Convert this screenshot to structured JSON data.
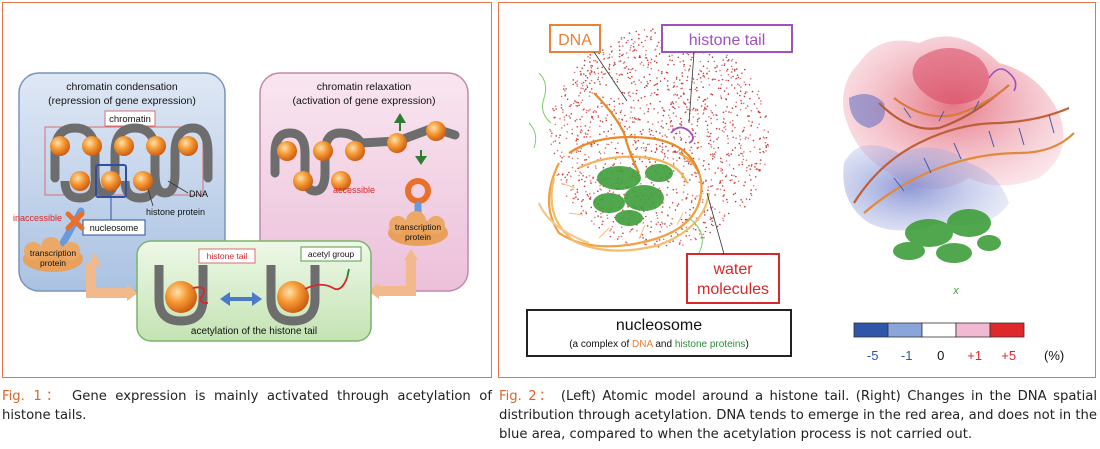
{
  "fig1": {
    "condensation_title": "chromatin condensation",
    "condensation_subtitle": "(repression of gene expression)",
    "relaxation_title": "chromatin relaxation",
    "relaxation_subtitle": "(activation of gene expression)",
    "chromatin_label": "chromatin",
    "dna_label": "DNA",
    "histone_protein_label": "histone protein",
    "nucleosome_label": "nucleosome",
    "inaccessible_label": "inaccessible",
    "accessible_label": "accessible",
    "tp_left_1": "transcription",
    "tp_left_2": "protein",
    "tp_right_1": "transcription",
    "tp_right_2": "protein",
    "histone_tail_label": "histone tail",
    "acetyl_group_label": "acetyl group",
    "acetylation_label": "acetylation of the histone tail",
    "caption_prefix": "Fig. 1：",
    "caption_text": "Gene expression is mainly activated through acetylation of histone tails."
  },
  "fig2": {
    "dna_label": "DNA",
    "histone_tail_label": "histone tail",
    "water_label_1": "water",
    "water_label_2": "molecules",
    "nucleosome_title": "nucleosome",
    "nucleosome_sub_1": "(a complex of ",
    "nucleosome_sub_dna": "DNA",
    "nucleosome_sub_2": " and ",
    "nucleosome_sub_hp": "histone proteins",
    "nucleosome_sub_3": ")",
    "x_label": "x",
    "scale_ticks": [
      "-5",
      "-1",
      "0",
      "+1",
      "+5"
    ],
    "scale_unit": "(%)",
    "scale_colors": [
      "#2f56a8",
      "#8aa5dc",
      "#ffffff",
      "#f2b9d3",
      "#e0282c"
    ],
    "caption_prefix": "Fig. 2：",
    "caption_text": "(Left) Atomic model around a histone tail. (Right) Changes in the DNA spatial distribution through acetylation. DNA tends to emerge in the red area, and does not in the blue area, compared to when the acetylation process is not carried out."
  },
  "colors": {
    "accent": "#e8744a",
    "histone_orange": "#f08a2a",
    "dna_gray": "#707070",
    "condensation_bg": "#c9d9ef",
    "relaxation_bg": "#f3d3e6",
    "acetylation_bg": "#d4ecc8",
    "red_label": "#d6282c",
    "green_label": "#2e8b3a"
  }
}
